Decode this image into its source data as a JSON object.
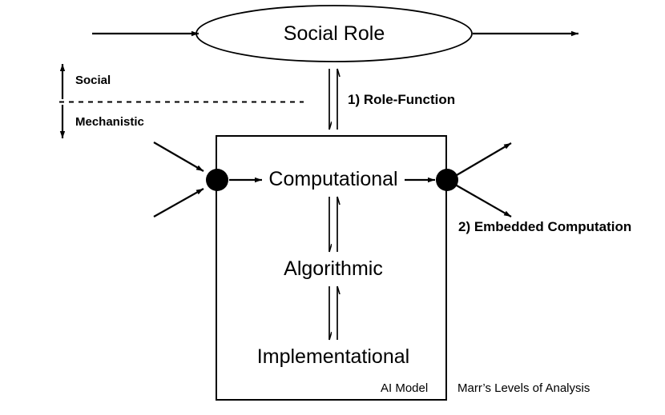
{
  "diagram": {
    "title_node": {
      "label": "Social Role",
      "shape": "ellipse"
    },
    "levels": [
      {
        "label": "Computational"
      },
      {
        "label": "Algorithmic"
      },
      {
        "label": "Implementational"
      }
    ],
    "annotations": [
      {
        "id": "role-function",
        "label": "1) Role-Function"
      },
      {
        "id": "embedded-computation",
        "label": "2) Embedded Computation"
      }
    ],
    "axis_labels": {
      "upper": "Social",
      "lower": "Mechanistic"
    },
    "captions": {
      "box_caption": "AI Model",
      "outer_caption": "Marr’s Levels of Analysis"
    },
    "colors": {
      "stroke": "#000000",
      "text": "#000000",
      "background": "#ffffff",
      "node_fill": "#000000"
    }
  }
}
